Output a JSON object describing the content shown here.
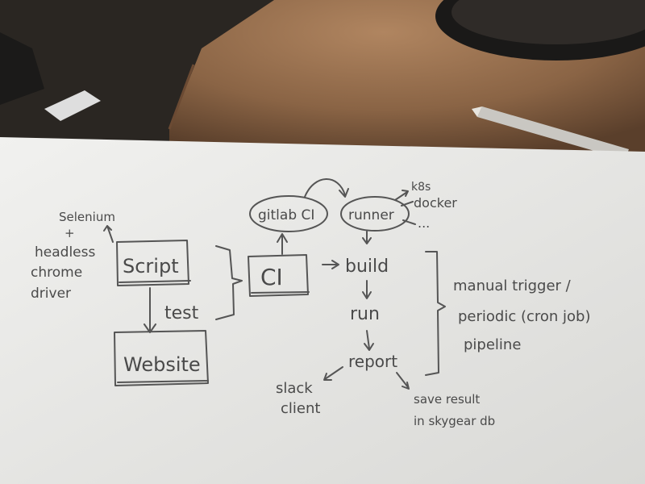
{
  "sketch": {
    "selenium_note": [
      "Selenium",
      "+",
      "headless",
      "chrome",
      "driver"
    ],
    "script": "Script",
    "test": "test",
    "website": "Website",
    "ci": "CI",
    "gitlab_ci": "gitlab CI",
    "runner": "runner",
    "runner_targets": [
      "k8s",
      "docker",
      "..."
    ],
    "steps": {
      "build": "build",
      "run": "run",
      "report": "report"
    },
    "triggers": [
      "manual trigger /",
      "periodic (cron job)",
      "pipeline"
    ],
    "outputs": {
      "slack": [
        "slack",
        "client"
      ],
      "save": [
        "save result",
        "in skygear db"
      ]
    }
  }
}
